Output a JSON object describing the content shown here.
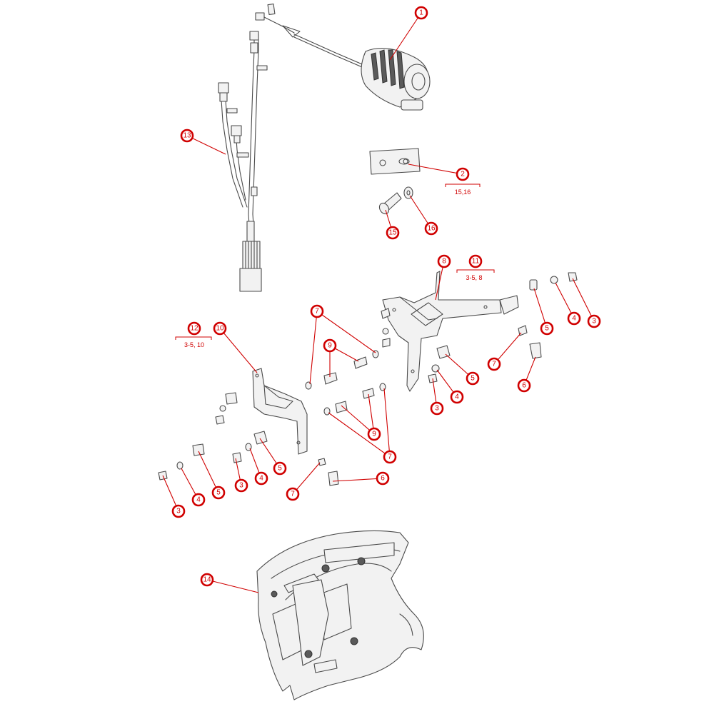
{
  "callouts": [
    {
      "id": "c1",
      "num": "1"
    },
    {
      "id": "c2",
      "num": "2"
    },
    {
      "id": "c3a",
      "num": "3"
    },
    {
      "id": "c3b",
      "num": "3"
    },
    {
      "id": "c3c",
      "num": "3"
    },
    {
      "id": "c3d",
      "num": "3"
    },
    {
      "id": "c4a",
      "num": "4"
    },
    {
      "id": "c4b",
      "num": "4"
    },
    {
      "id": "c4c",
      "num": "4"
    },
    {
      "id": "c4d",
      "num": "4"
    },
    {
      "id": "c5a",
      "num": "5"
    },
    {
      "id": "c5b",
      "num": "5"
    },
    {
      "id": "c5c",
      "num": "5"
    },
    {
      "id": "c5d",
      "num": "5"
    },
    {
      "id": "c6a",
      "num": "6"
    },
    {
      "id": "c6b",
      "num": "6"
    },
    {
      "id": "c7a",
      "num": "7"
    },
    {
      "id": "c7b",
      "num": "7"
    },
    {
      "id": "c7c",
      "num": "7"
    },
    {
      "id": "c7d",
      "num": "7"
    },
    {
      "id": "c8",
      "num": "8"
    },
    {
      "id": "c9a",
      "num": "9"
    },
    {
      "id": "c9b",
      "num": "9"
    },
    {
      "id": "c10",
      "num": "10"
    },
    {
      "id": "c11",
      "num": "11"
    },
    {
      "id": "c12",
      "num": "12"
    },
    {
      "id": "c13",
      "num": "13"
    },
    {
      "id": "c14",
      "num": "14"
    },
    {
      "id": "c15",
      "num": "15"
    },
    {
      "id": "c16",
      "num": "16"
    }
  ],
  "notes": {
    "n2": "15,16",
    "n11": "3-5, 8",
    "n12": "3-5, 10"
  }
}
